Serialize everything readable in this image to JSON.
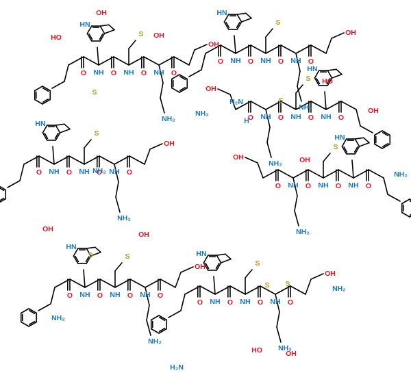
{
  "colors": {
    "bond": "#000000",
    "oxygen": "#e8131d",
    "nitrogen": "#1578c8",
    "sulfur": "#b99b1d",
    "background": "#ffffff"
  },
  "atom_labels": {
    "oh": "OH",
    "ho": "HO",
    "o": "O",
    "n": "N",
    "h": "H",
    "hn": "HN",
    "nh": "NH",
    "nh2": "NH₂",
    "h2n": "H₂N",
    "s": "S"
  }
}
